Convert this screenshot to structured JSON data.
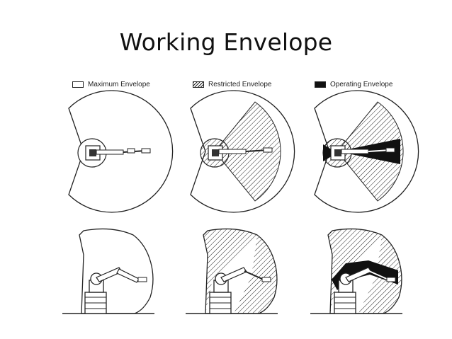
{
  "title": "Working Envelope",
  "legend": {
    "maximum": "Maximum Envelope",
    "restricted": "Restricted Envelope",
    "operating": "Operating Envelope"
  },
  "colors": {
    "line": "#222222",
    "background": "#ffffff"
  }
}
